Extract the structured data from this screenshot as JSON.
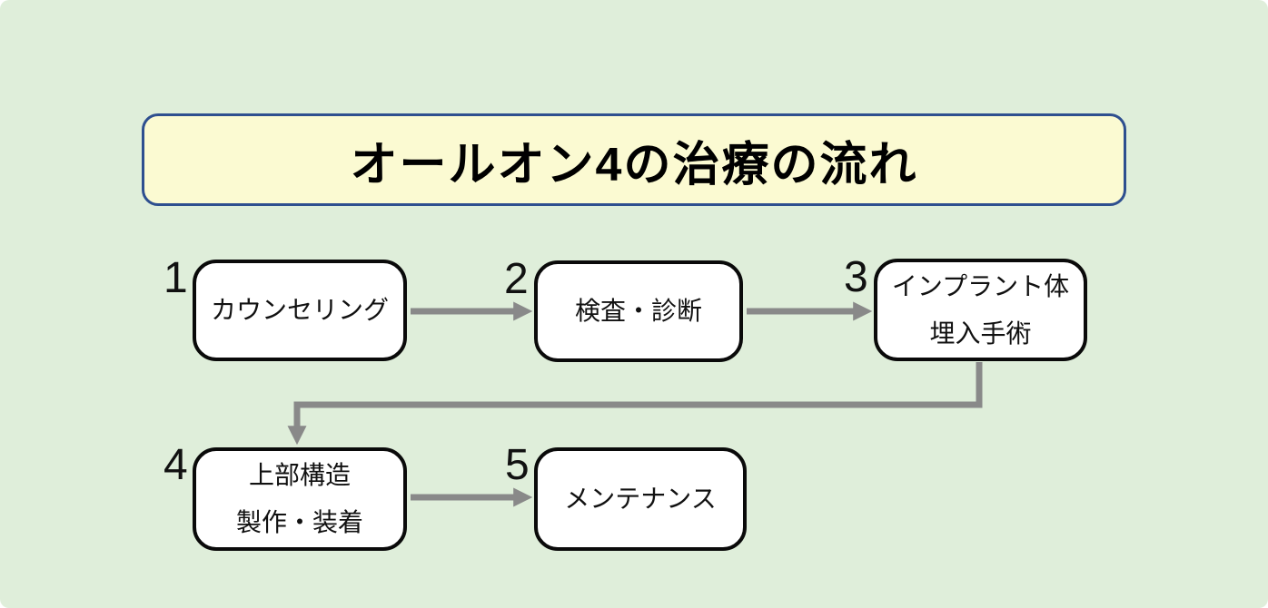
{
  "title": "オールオン4の治療の流れ",
  "steps": [
    {
      "number": "1",
      "lines": [
        "カウンセリング"
      ]
    },
    {
      "number": "2",
      "lines": [
        "検査・診断"
      ]
    },
    {
      "number": "3",
      "lines": [
        "インプラント体",
        "埋入手術"
      ]
    },
    {
      "number": "4",
      "lines": [
        "上部構造",
        "製作・装着"
      ]
    },
    {
      "number": "5",
      "lines": [
        "メンテナンス"
      ]
    }
  ],
  "connections": [
    {
      "from": "1",
      "to": "2",
      "shape": "straight"
    },
    {
      "from": "2",
      "to": "3",
      "shape": "straight"
    },
    {
      "from": "3",
      "to": "4",
      "shape": "elbow"
    },
    {
      "from": "4",
      "to": "5",
      "shape": "straight"
    }
  ],
  "colors": {
    "canvas_background": "#dfeeda",
    "title_fill": "#fbfad2",
    "title_border": "#2e4f8f",
    "box_fill": "#ffffff",
    "box_border": "#0a0a0a",
    "arrow": "#898989",
    "text": "#111111"
  }
}
